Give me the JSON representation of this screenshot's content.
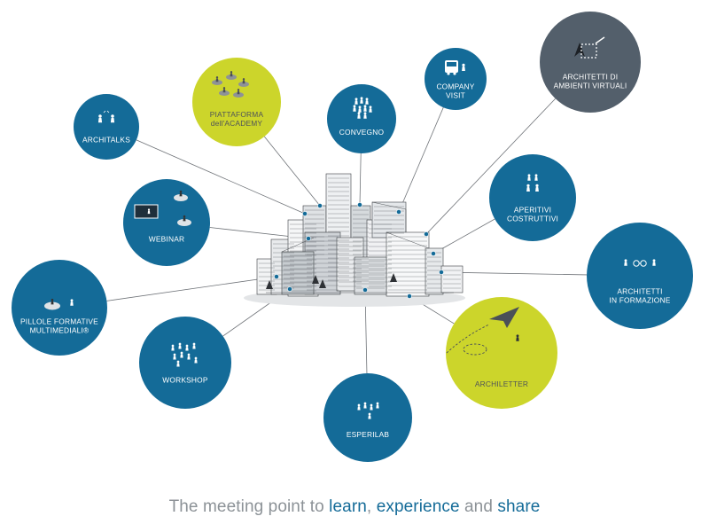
{
  "colors": {
    "blue": "#146b98",
    "lime": "#ccd52b",
    "slate": "#535f6b",
    "line": "#6f7378",
    "tagline_gray": "#8c9297",
    "tagline_blue": "#146b98"
  },
  "center": {
    "icon": "city-skyline-sketch"
  },
  "nodes": [
    {
      "id": "architalks",
      "lines": [
        "ARCHITALKS"
      ],
      "color": "blue",
      "icon": "people-talking-icon"
    },
    {
      "id": "piattaforma",
      "lines": [
        "PIATTAFORMA",
        "dell'ACADEMY"
      ],
      "color": "lime",
      "icon": "platform-people-icon"
    },
    {
      "id": "convegno",
      "lines": [
        "CONVEGNO"
      ],
      "color": "blue",
      "icon": "audience-icon"
    },
    {
      "id": "company-visit",
      "lines": [
        "COMPANY",
        "VISIT"
      ],
      "color": "blue",
      "icon": "bus-icon"
    },
    {
      "id": "architetti-virtuali",
      "lines": [
        "ARCHITETTI DI",
        "AMBIENTI VIRTUALI"
      ],
      "color": "slate",
      "icon": "virtual-cursor-icon"
    },
    {
      "id": "webinar",
      "lines": [
        "WEBINAR"
      ],
      "color": "blue",
      "icon": "presentation-screen-icon"
    },
    {
      "id": "aperitivi",
      "lines": [
        "APERITIVI",
        "COSTRUTTIVI"
      ],
      "color": "blue",
      "icon": "people-toast-icon"
    },
    {
      "id": "architetti-formazione",
      "lines": [
        "ARCHITETTI",
        "IN FORMAZIONE"
      ],
      "color": "blue",
      "icon": "glasses-icon"
    },
    {
      "id": "pillole",
      "lines": [
        "PILLOLE FORMATIVE",
        "MULTIMEDIALI®"
      ],
      "color": "blue",
      "icon": "desk-person-icon"
    },
    {
      "id": "workshop",
      "lines": [
        "WORKSHOP"
      ],
      "color": "blue",
      "icon": "group-icon"
    },
    {
      "id": "esperilab",
      "lines": [
        "ESPERILAB"
      ],
      "color": "blue",
      "icon": "lab-group-icon"
    },
    {
      "id": "archiletter",
      "lines": [
        "ARCHILETTER"
      ],
      "color": "lime",
      "icon": "paper-plane-icon"
    }
  ],
  "tagline": {
    "part1": "The meeting point to ",
    "learn": "learn",
    "comma": ", ",
    "experience": "experience",
    "and": " and ",
    "share": "share"
  }
}
